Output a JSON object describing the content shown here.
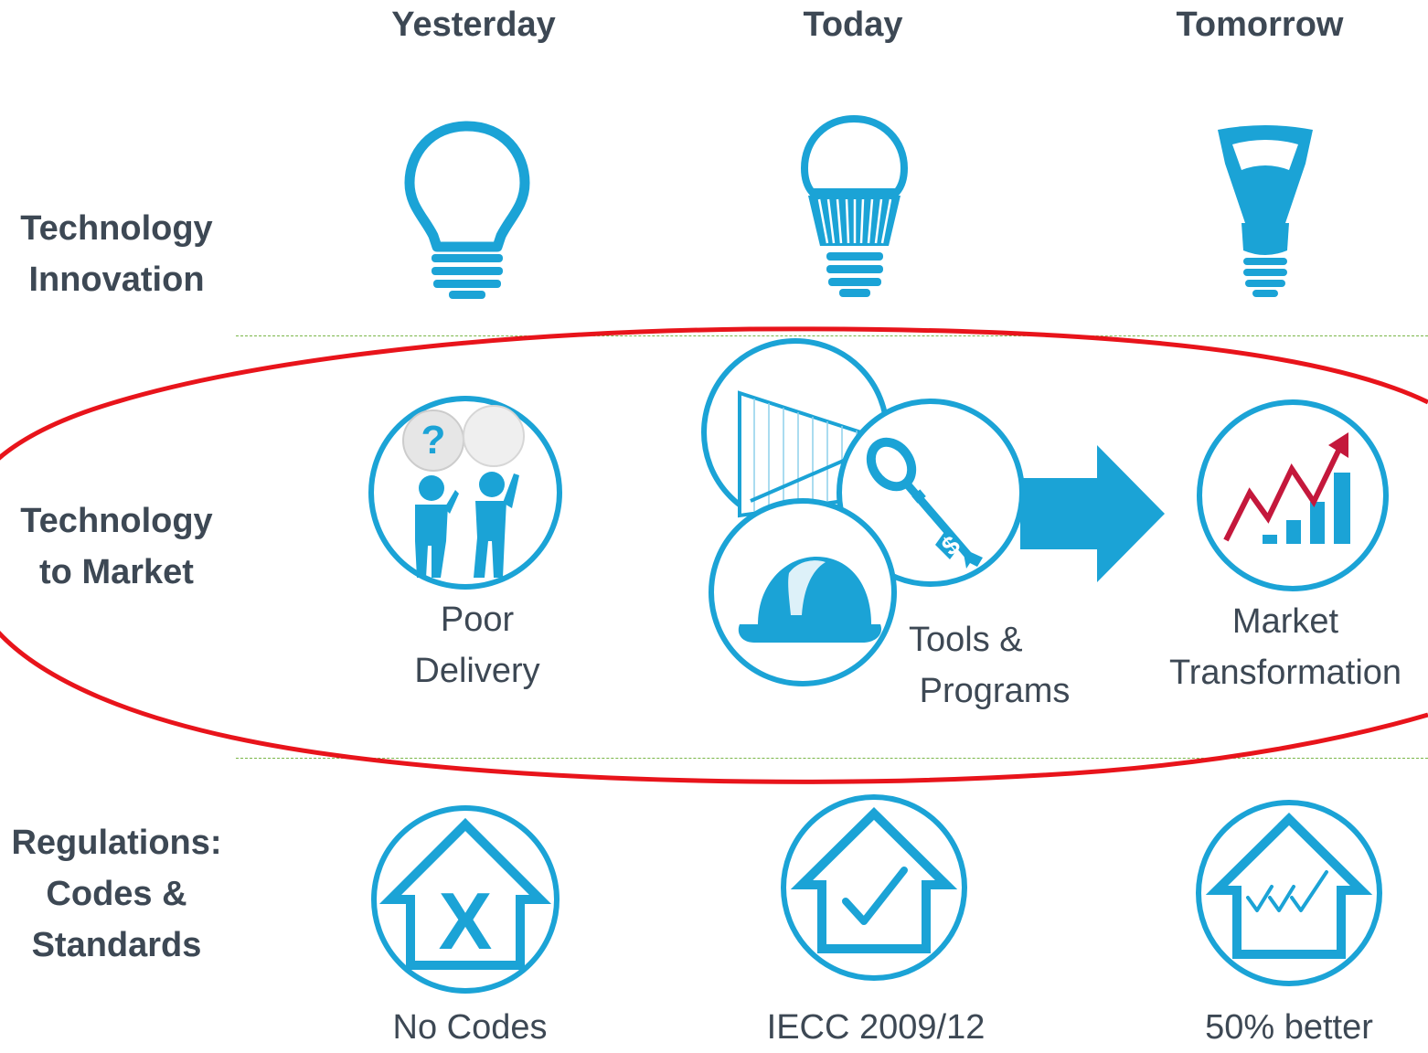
{
  "columns": {
    "yesterday": "Yesterday",
    "today": "Today",
    "tomorrow": "Tomorrow"
  },
  "rows": {
    "innovation": [
      "Technology",
      "Innovation"
    ],
    "market": [
      "Technology",
      "to Market"
    ],
    "regulations": [
      "Regulations:",
      "Codes &",
      "Standards"
    ]
  },
  "captions": {
    "poor_delivery": [
      "Poor",
      "Delivery"
    ],
    "tools_programs": [
      "Tools &",
      "Programs"
    ],
    "market_transformation": [
      "Market",
      "Transformation"
    ],
    "no_codes": "No Codes",
    "iecc": "IECC 2009/12",
    "fifty_better": "50% better"
  },
  "icons": {
    "yesterday_tech": "outline-lightbulb-icon",
    "today_tech": "led-bulb-icon",
    "tomorrow_tech": "future-bulb-icon",
    "poor_delivery": "confused-people-icon",
    "tools_chart": "growth-chart-icon",
    "tools_key": "dollar-key-icon",
    "tools_hardhat": "hard-hat-icon",
    "arrow": "right-arrow-icon",
    "market_transformation": "rising-graph-icon",
    "no_codes": "house-x-icon",
    "iecc": "house-check-icon",
    "fifty_better": "house-triple-check-icon"
  },
  "colors": {
    "accent_blue": "#1ba3d6",
    "highlight_red": "#e8141b",
    "text": "#3d4854",
    "graph_red": "#c4183c",
    "divider_green": "#7ab648"
  }
}
